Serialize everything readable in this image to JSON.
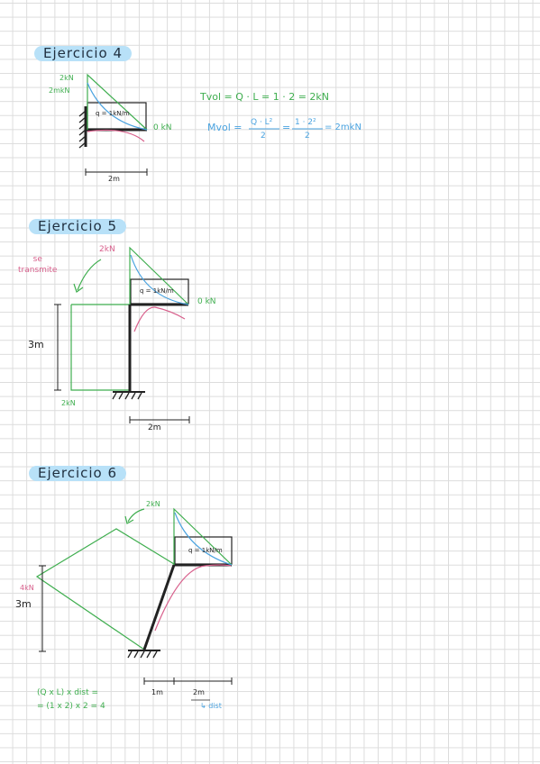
{
  "colors": {
    "green": "#3fae4f",
    "blue": "#4aa3e0",
    "pink": "#d8608c",
    "highlight": "#b8e1f8",
    "ink": "#222222"
  },
  "ex4": {
    "title": "Ejercicio 4",
    "load_top": "2kN",
    "moment_top": "2mkN",
    "q_label": "q = 1kN/m",
    "free_end": "0 kN",
    "length": "2m",
    "formula_T": "Tvol = Q · L = 1 · 2 = 2kN",
    "formula_M_left": "Mvol =",
    "formula_M_frac1_num": "Q · L²",
    "formula_M_frac1_den": "2",
    "formula_M_eq": "=",
    "formula_M_frac2_num": "1 · 2²",
    "formula_M_frac2_den": "2",
    "formula_M_result": "= 2mkN"
  },
  "ex5": {
    "title": "Ejercicio 5",
    "note": "se\ntransmite",
    "load_top": "2kN",
    "q_label": "q = 1kN/m",
    "free_end": "0 kN",
    "height": "3m",
    "load_bottom": "2kN",
    "length": "2m"
  },
  "ex6": {
    "title": "Ejercicio 6",
    "load_top": "2kN",
    "q_label": "q = 1kN/m",
    "load_left": "4kN",
    "height": "3m",
    "calc_line1": "(Q x L) x dist =",
    "calc_line2": "= (1 x 2) x 2 = 4",
    "dim1": "1m",
    "dim2": "2m",
    "dim2_note": "↳ dist"
  }
}
